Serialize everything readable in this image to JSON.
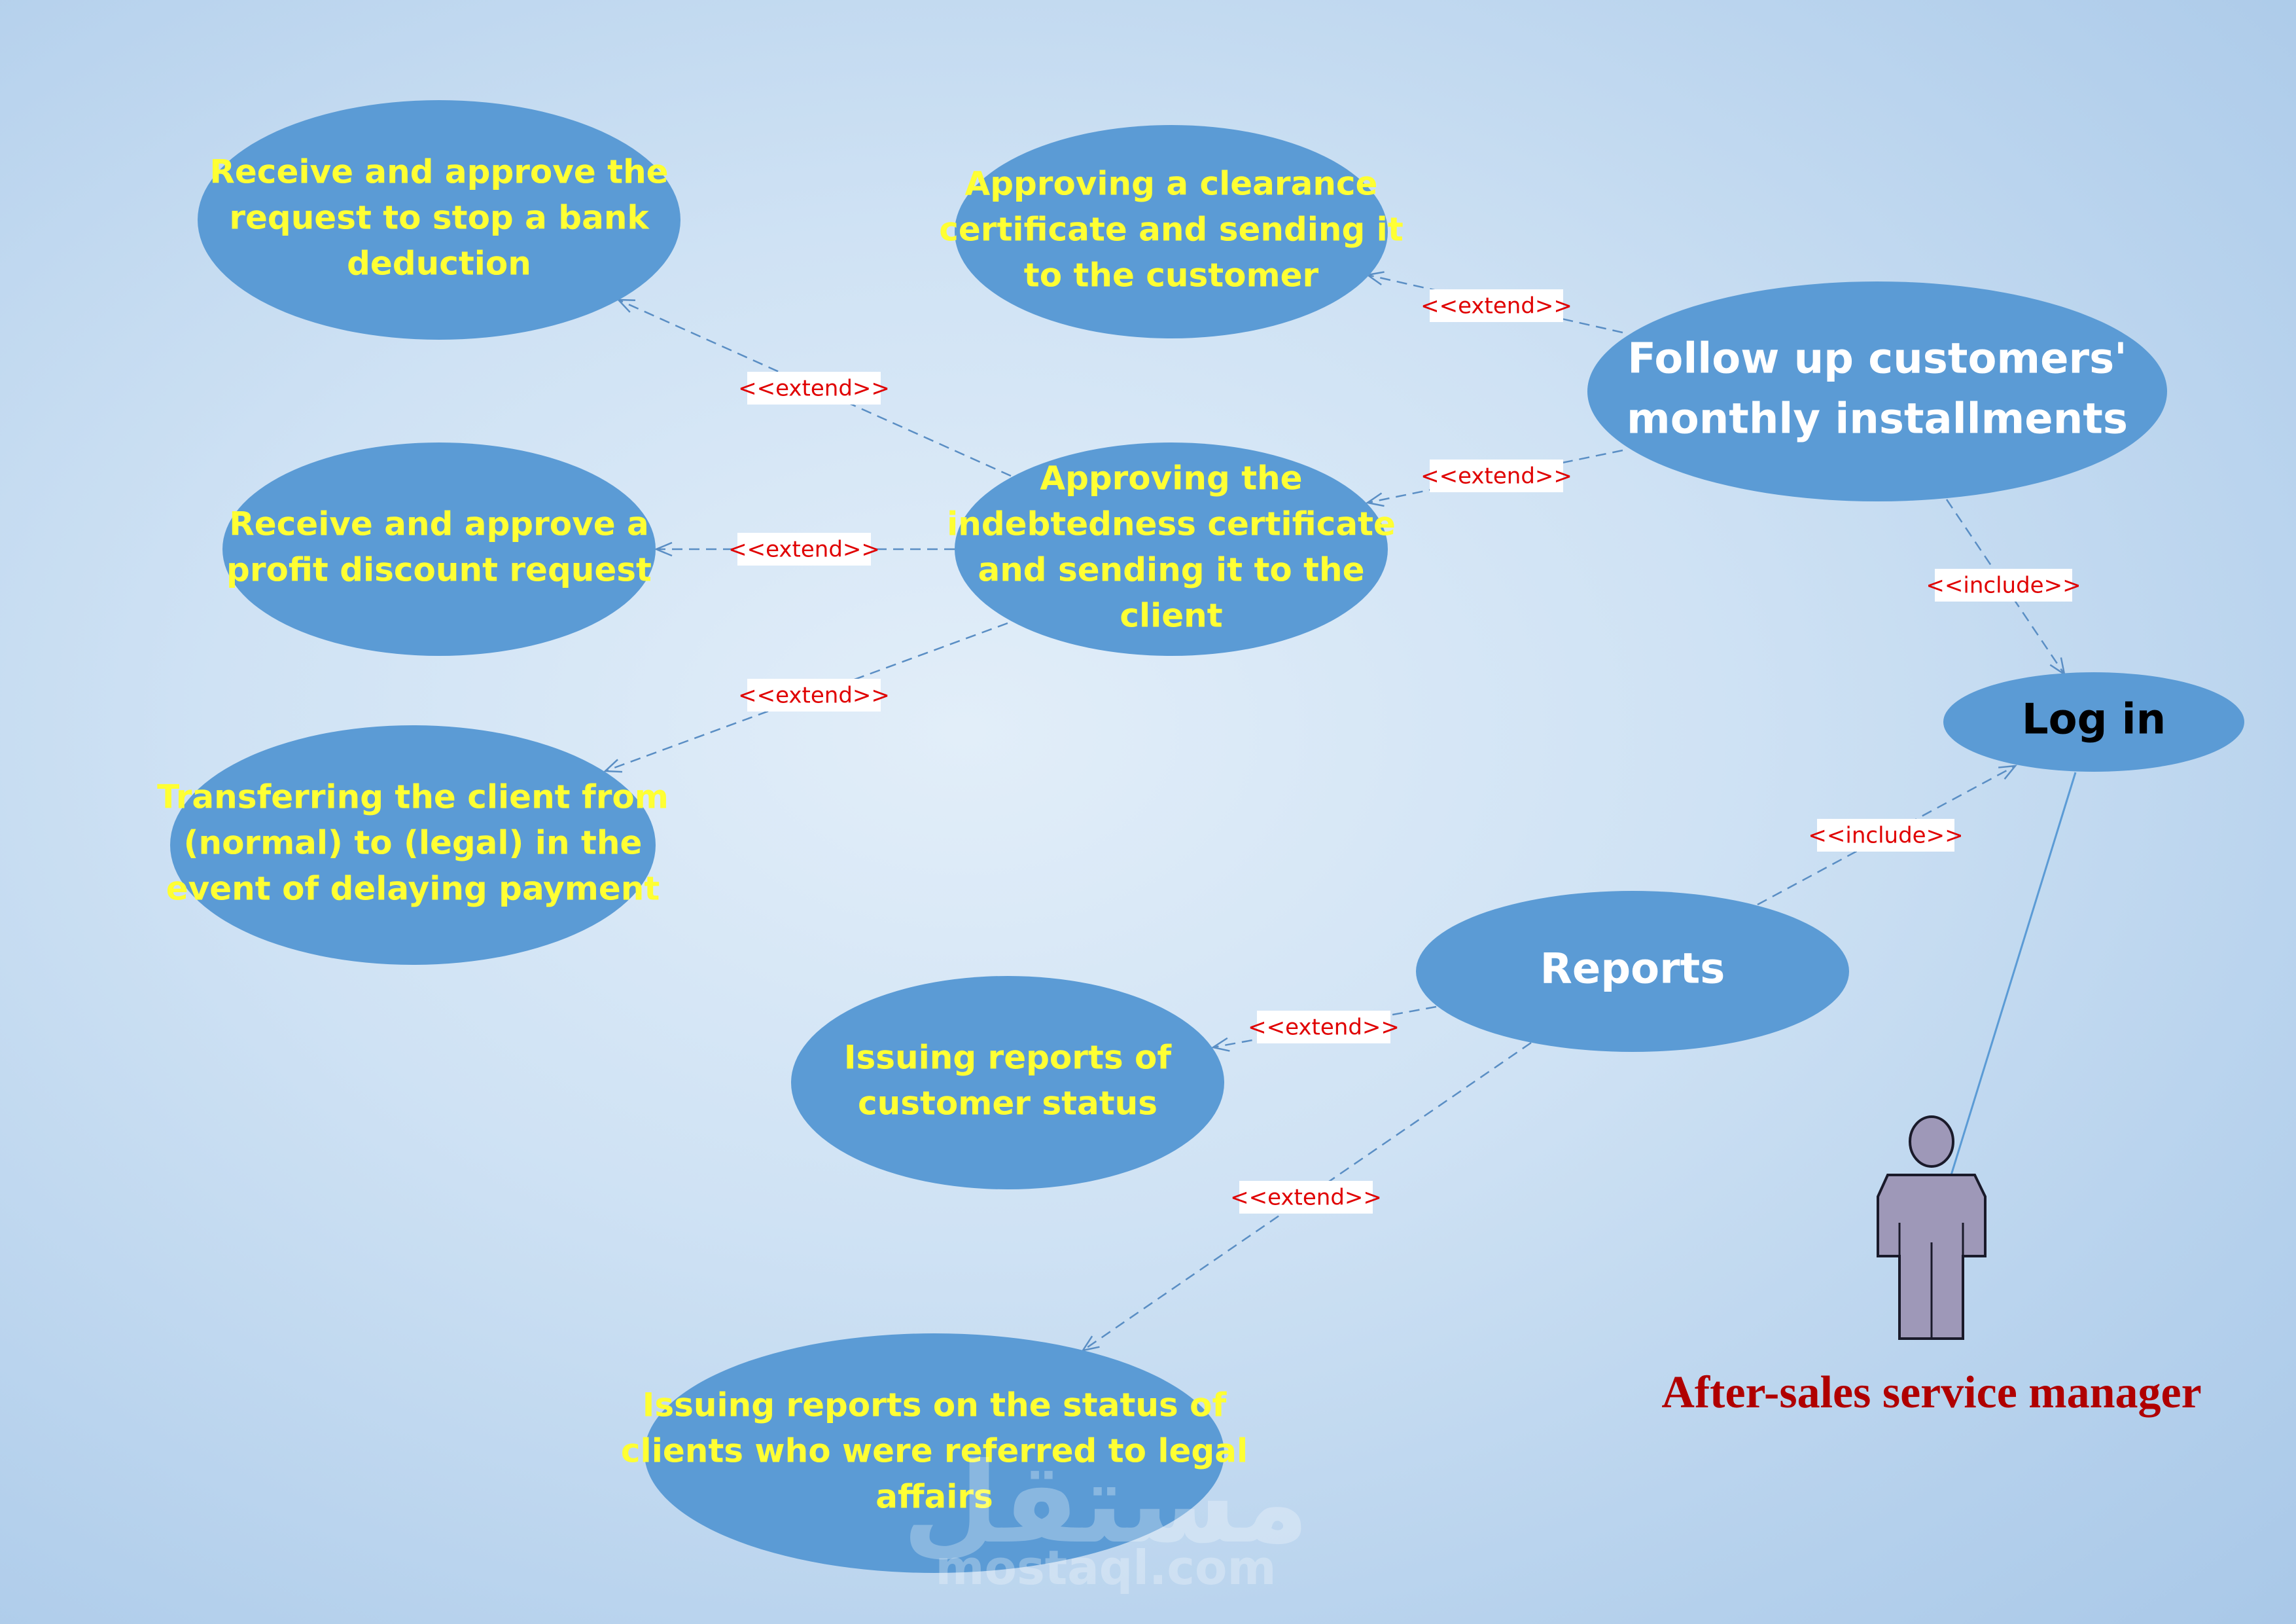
{
  "diagram": {
    "type": "use-case",
    "colors": {
      "usecase_fill": "#5b9bd5",
      "text_yellow": "#ffff33",
      "text_white": "#ffffff",
      "text_black": "#000000",
      "connector": "#5a8ec4",
      "stereotype_text": "#e00000",
      "actor_fill": "#9e98b8",
      "actor_label": "#b00000"
    },
    "use_cases": [
      {
        "id": "bank",
        "lines": [
          "Receive and approve the",
          "request to stop a bank",
          "deduction"
        ],
        "text_color": "yellow"
      },
      {
        "id": "clearance",
        "lines": [
          "Approving a clearance",
          "certificate and sending it",
          "to the customer"
        ],
        "text_color": "yellow"
      },
      {
        "id": "followup",
        "lines": [
          "Follow up customers'",
          "monthly installments"
        ],
        "text_color": "white"
      },
      {
        "id": "indebtedness",
        "lines": [
          "Approving the",
          "indebtedness certificate",
          "and sending it to the",
          "client"
        ],
        "text_color": "yellow"
      },
      {
        "id": "profit",
        "lines": [
          "Receive and approve a",
          "profit discount request"
        ],
        "text_color": "yellow"
      },
      {
        "id": "transfer",
        "lines": [
          "Transferring the client from",
          "(normal) to (legal) in the",
          "event of delaying payment"
        ],
        "text_color": "yellow"
      },
      {
        "id": "login",
        "lines": [
          "Log in"
        ],
        "text_color": "black"
      },
      {
        "id": "reports",
        "lines": [
          "Reports"
        ],
        "text_color": "white"
      },
      {
        "id": "status",
        "lines": [
          "Issuing reports of",
          "customer status"
        ],
        "text_color": "yellow"
      },
      {
        "id": "legal",
        "lines": [
          "Issuing reports on the status of",
          "clients who were referred to legal",
          "affairs"
        ],
        "text_color": "yellow"
      }
    ],
    "relationships": [
      {
        "from": "followup",
        "to": "clearance",
        "label": "<<extend>>"
      },
      {
        "from": "followup",
        "to": "indebtedness",
        "label": "<<extend>>"
      },
      {
        "from": "indebtedness",
        "to": "bank",
        "label": "<<extend>>"
      },
      {
        "from": "indebtedness",
        "to": "profit",
        "label": "<<extend>>"
      },
      {
        "from": "indebtedness",
        "to": "transfer",
        "label": "<<extend>>"
      },
      {
        "from": "followup",
        "to": "login",
        "label": "<<include>>"
      },
      {
        "from": "reports",
        "to": "login",
        "label": "<<include>>"
      },
      {
        "from": "reports",
        "to": "status",
        "label": "<<extend>>"
      },
      {
        "from": "reports",
        "to": "legal",
        "label": "<<extend>>"
      }
    ],
    "actor": {
      "name": "After-sales service manager",
      "associated_with": "login"
    },
    "watermark": {
      "arabic": "مستقل",
      "latin": "mostaql.com"
    }
  }
}
